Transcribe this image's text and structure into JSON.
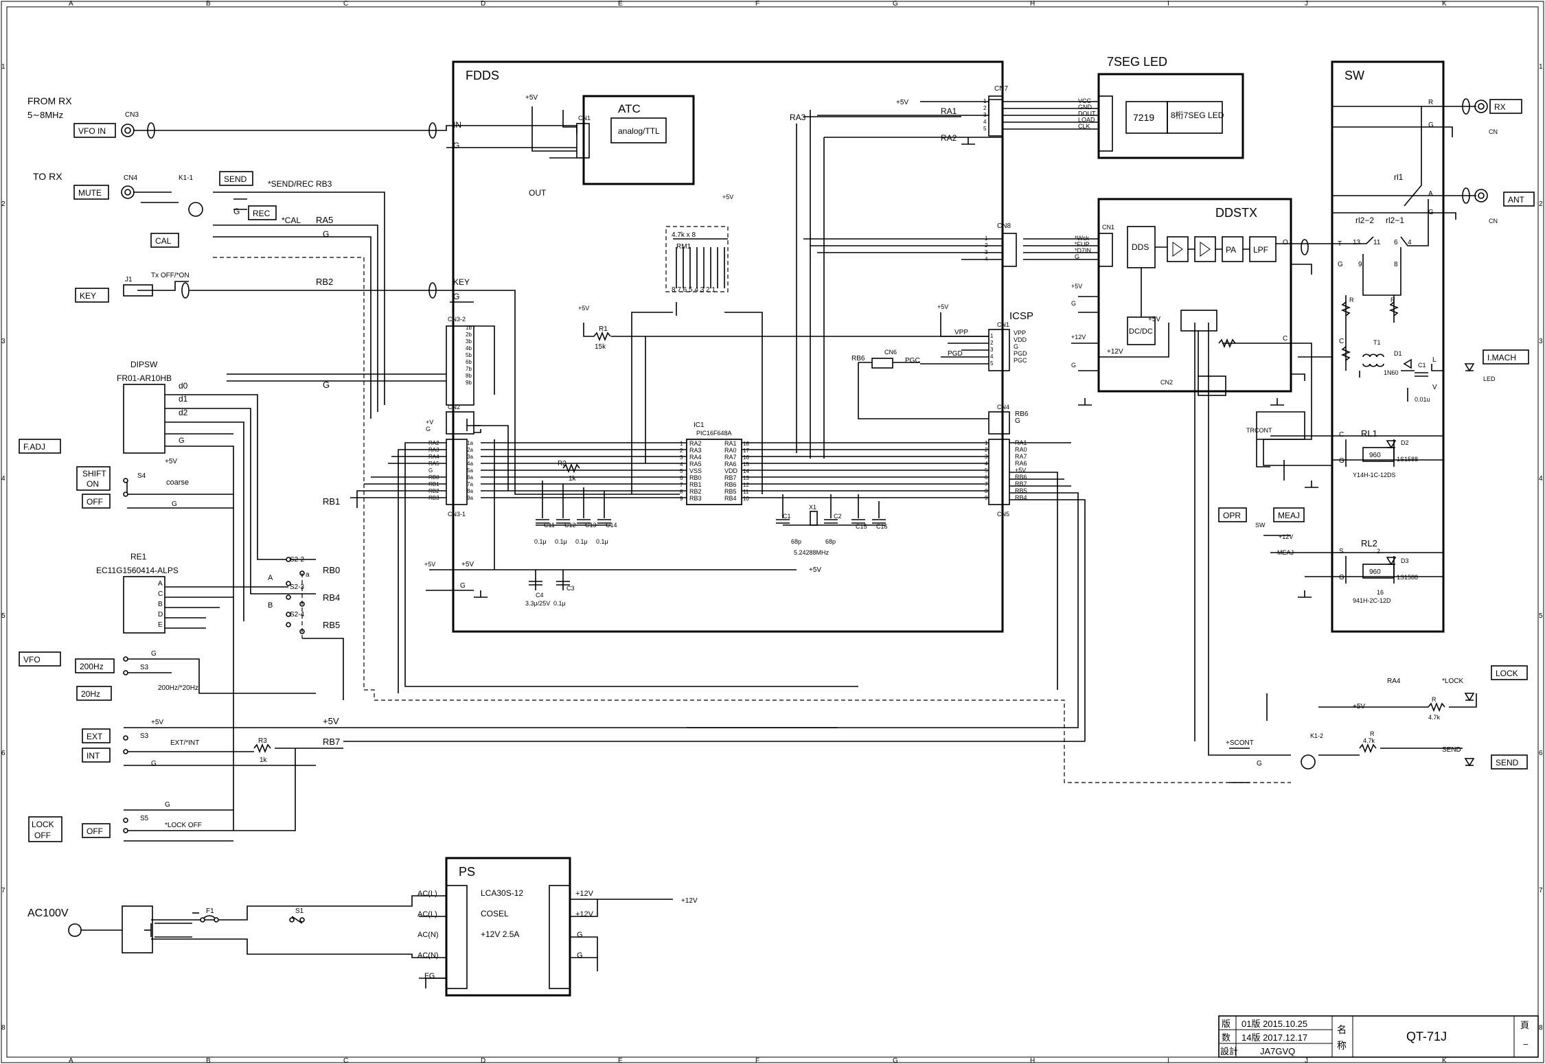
{
  "frame": {
    "columns": [
      "A",
      "B",
      "C",
      "D",
      "E",
      "F",
      "G",
      "H",
      "I",
      "J",
      "K"
    ],
    "rows": [
      "1",
      "2",
      "3",
      "4",
      "5",
      "6",
      "7",
      "8"
    ]
  },
  "blocks": {
    "fdds": "FDDS",
    "atc": "ATC",
    "atc_inner": "analog/TTL",
    "seg": "7SEG LED",
    "seg_ic": "7219",
    "seg_disp": "8桁7SEG LED",
    "ddstx": "DDSTX",
    "sw": "SW",
    "ps": "PS",
    "icsp": "ICSP",
    "dds": "DDS",
    "pa": "PA",
    "lpf": "LPF",
    "dcdc": "DC/DC"
  },
  "left": {
    "from_rx": "FROM RX",
    "range": "5∼8MHz",
    "to_rx": "TO RX",
    "vfo_in": "VFO IN",
    "mute": "MUTE",
    "send": "SEND",
    "rec": "REC",
    "cal": "CAL",
    "key": "KEY",
    "fadj": "F.ADJ",
    "shift_on": "SHIFT ON",
    "off": "OFF",
    "vfo": "VFO",
    "hz200": "200Hz",
    "hz20": "20Hz",
    "ext": "EXT",
    "int": "INT",
    "lock_off": "LOCK OFF",
    "ac100v": "AC100V",
    "cn3": "CN3",
    "cn4": "CN4",
    "k11": "K1-1",
    "j1": "J1",
    "txoff_on": "Tx OFF/*ON",
    "dipsw": "DIPSW",
    "dipsw_part": "FR01-AR10HB",
    "re1": "RE1",
    "re1_part": "EC11G1560414-ALPS",
    "coarse": "coarse",
    "hz_sel": "200Hz/*20Hz",
    "ext_int": "EXT/*INT",
    "lock_off_label": "*LOCK OFF",
    "s3": "S3",
    "s4": "S4",
    "s5": "S5",
    "r3": "R3",
    "r3v": "1k",
    "sendrec": "*SEND/REC RB3",
    "star_cal": "*CAL",
    "g": "G",
    "p5v": "+5V",
    "d0": "d0",
    "d1": "d1",
    "d2": "d2",
    "abc": [
      "A",
      "C",
      "B",
      "D",
      "E"
    ],
    "s22": "S2-2",
    "s23": "S2-3",
    "s24": "S2-4",
    "sA": "A",
    "sB": "B",
    "sa": "a"
  },
  "nets": {
    "in": "IN",
    "out": "OUT",
    "key": "KEY",
    "ra1": "RA1",
    "ra2": "RA2",
    "ra3": "RA3",
    "ra4": "RA4",
    "ra5": "RA5",
    "rb0": "RB0",
    "rb1": "RB1",
    "rb2": "RB2",
    "rb4": "RB4",
    "rb5": "RB5",
    "rb6": "RB6",
    "rb7": "RB7",
    "vpp": "VPP",
    "pgd": "PGD",
    "pgc": "PGC",
    "p12v": "+12V",
    "p5v": "+5V",
    "g": "G",
    "pv": "+V",
    "sconts": "+SCONT",
    "trcont": "TRCONT",
    "meaj": "MEAJ"
  },
  "connectors": {
    "cn1": "CN1",
    "cn2": "CN2",
    "cn4": "CN4",
    "cn5": "CN5",
    "cn6": "CN6",
    "cn7": "CN7",
    "cn8": "CN8",
    "cn31": "CN3-1",
    "cn32": "CN3-2",
    "cn7_pins": [
      "VCC",
      "GND",
      "DOUT",
      "LOAD",
      "CLK"
    ],
    "cn8_pins": [
      "*Wck",
      "*FUP",
      "*D7IN",
      "G"
    ],
    "icsp_pins": [
      "VPP",
      "VDD",
      "G",
      "PGD",
      "PGC"
    ],
    "cn32_pins": [
      "1b",
      "2b",
      "3b",
      "4b",
      "5b",
      "6b",
      "7b",
      "8b",
      "9b"
    ],
    "cn31_left": [
      "RA2",
      "RA3",
      "RA4",
      "RA5",
      "G",
      "RB0",
      "RB1",
      "RB2",
      "RB3"
    ],
    "cn31_pins": [
      "1a",
      "2a",
      "3a",
      "4a",
      "5a",
      "6a",
      "7a",
      "8a",
      "9a"
    ],
    "cn5_pins": [
      "RA1",
      "RA0",
      "RA7",
      "RA6",
      "+5V",
      "RB6",
      "RB7",
      "RB5",
      "RB4"
    ]
  },
  "ic1": {
    "ref": "IC1",
    "part": "PIC16F648A",
    "left_pins": [
      "RA2",
      "RA3",
      "RA4",
      "RA5",
      "VSS",
      "RB0",
      "RB1",
      "RB2",
      "RB3"
    ],
    "right_pins": [
      "RA1",
      "RA0",
      "RA7",
      "RA6",
      "VDD",
      "RB7",
      "RB6",
      "RB5",
      "RB4"
    ]
  },
  "parts": {
    "rm1": "RM1",
    "rm1v": "4.7k x 8",
    "rm1_pins": "8 7 6 5 4 3 2 1",
    "r1": "R1",
    "r1v": "15k",
    "r2": "R2",
    "r2v": "1k",
    "caps": [
      "C11",
      "C12",
      "C13",
      "C14"
    ],
    "capv": "0.1μ",
    "c4": "C4",
    "c4v": "3.3μ/25V",
    "c3": "C3",
    "c3v": "0.1μ",
    "c1": "C1",
    "c1v": "68p",
    "c2": "C2",
    "c2v": "68p",
    "c15": "C15",
    "c16": "C16",
    "x1": "X1",
    "xtal": "5.24288MHz",
    "f1": "F1",
    "s1": "S1"
  },
  "sw_block": {
    "rx": "RX",
    "ant": "ANT",
    "cn": "CN",
    "rl1": "rl1",
    "rl22": "rl2−2",
    "rl21": "rl2−1",
    "t": "T",
    "c": "C",
    "o": "O",
    "r": "R",
    "g": "G",
    "a": "A",
    "s": "S",
    "l": "L",
    "v": "V",
    "p13": "13",
    "p11": "11",
    "p6": "6",
    "p4": "4",
    "p9": "9",
    "p8": "8",
    "p2": "2",
    "p16": "16",
    "t1": "T1",
    "d1": "D1",
    "d1v": "1N60",
    "c1": "C1",
    "c1v": "0.01u",
    "led": "LED",
    "imach": "I.MACH",
    "rl1_relay": "RL1",
    "relay_val": "960",
    "d2": "D2",
    "d2v": "1S1588",
    "rl1_part": "Y14H-1C-12DS",
    "rl2_relay": "RL2",
    "d3": "D3",
    "d3v": "1S1588",
    "rl2_part": "941H-2C-12D",
    "opr": "OPR",
    "meaj": "MEAJ",
    "swl": "SW"
  },
  "right": {
    "lock": "LOCK",
    "send": "SEND",
    "star_lock": "*LOCK",
    "k12": "K1-2",
    "r": "R",
    "rv": "4.7k"
  },
  "ps": {
    "model": "LCA30S-12",
    "maker": "COSEL",
    "spec": "+12V 2.5A",
    "acl": "AC(L)",
    "acn": "AC(N)",
    "fg": "FG",
    "p12v": "+12V",
    "g": "G"
  },
  "title_block": {
    "edition_label": "版",
    "count_label": "数",
    "design_label": "設計",
    "name_label_1": "名",
    "name_label_2": "称",
    "page_label": "頁",
    "page_value": "−",
    "ed1": "01版 2015.10.25",
    "ed2": "14版 2017.12.17",
    "designer": "JA7GVQ",
    "title": "QT-71J"
  }
}
